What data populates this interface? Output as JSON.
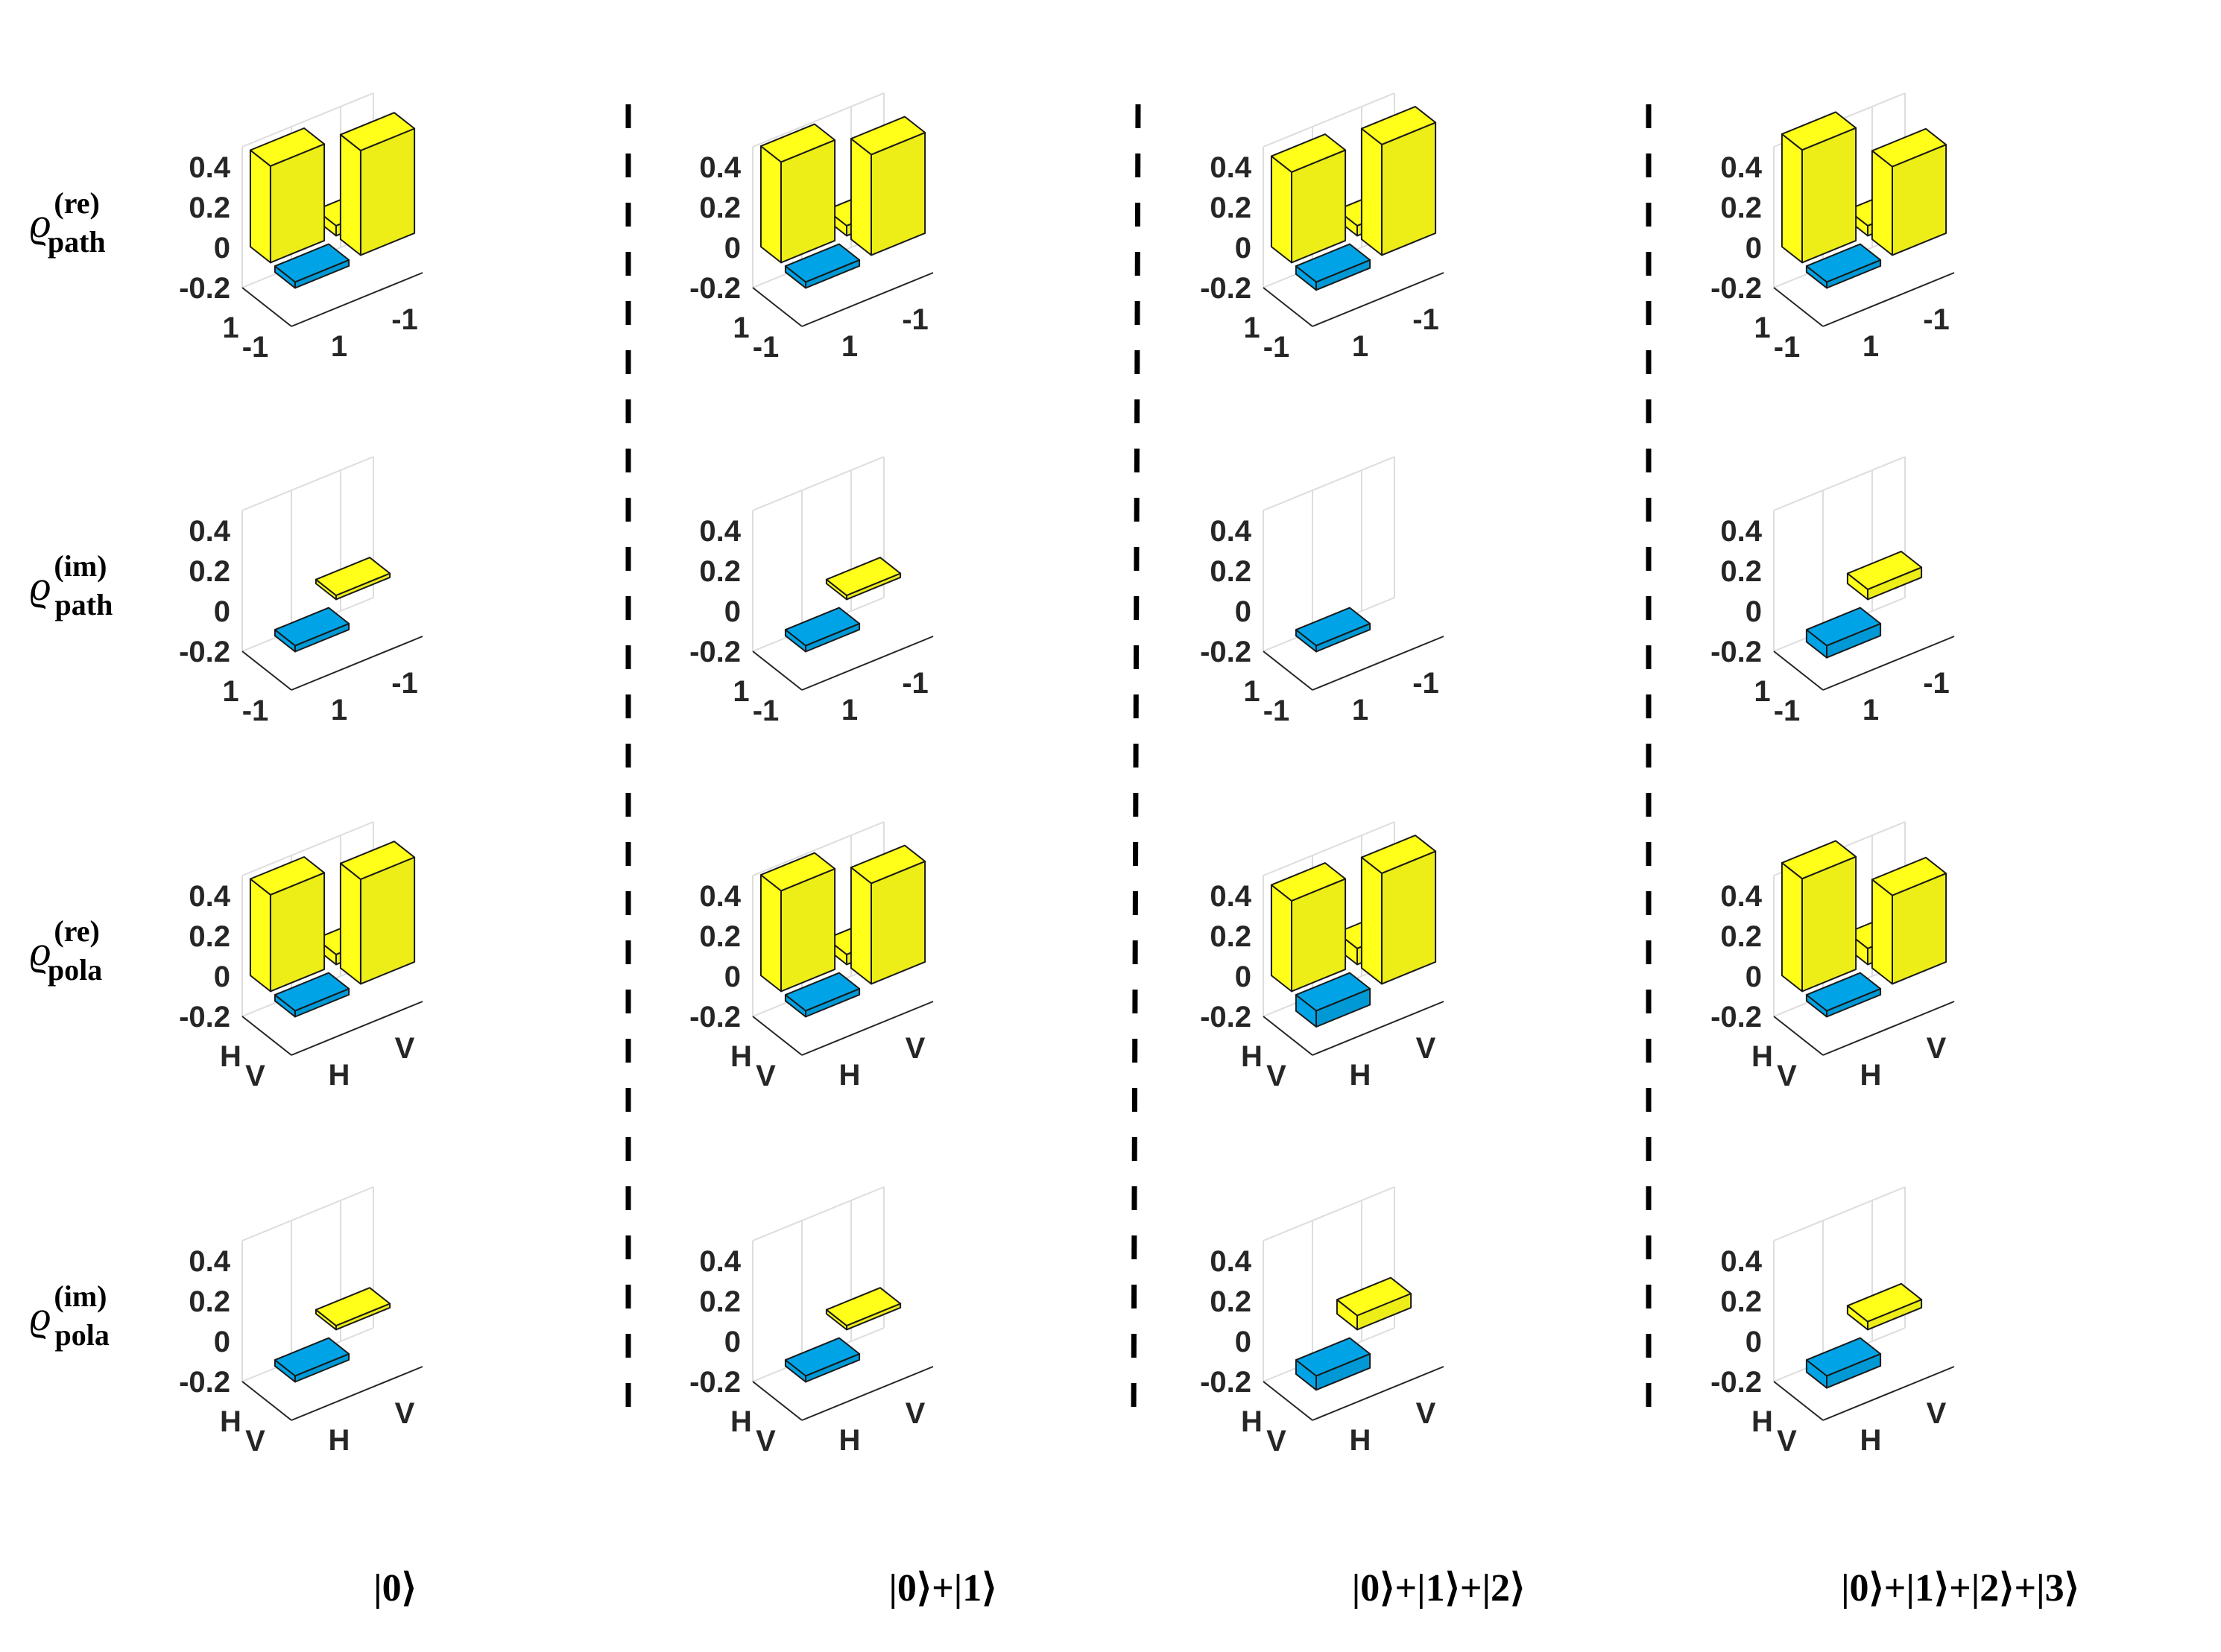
{
  "colors": {
    "positive": "#FFFF1A",
    "negative": "#00A4E6",
    "edge": "#1A1A1A",
    "grid": "#DDDDDD",
    "divider": "#000000"
  },
  "row_labels": [
    {
      "sym": "ϱ",
      "sup": "(re)",
      "sub": "path"
    },
    {
      "sym": "ϱ",
      "sup": "(im)",
      "sub": "path"
    },
    {
      "sym": "ϱ",
      "sup": "(re)",
      "sub": "pola"
    },
    {
      "sym": "ϱ",
      "sup": "(im)",
      "sub": "pola"
    }
  ],
  "column_labels": [
    "|0⟩",
    "|0⟩+|1⟩",
    "|0⟩+|1⟩+|2⟩",
    "|0⟩+|1⟩+|2⟩+|3⟩"
  ],
  "chart_data": {
    "type": "bar3d",
    "zlim": [
      -0.2,
      0.5
    ],
    "z_ticks": [
      "0.4",
      "0.2",
      "0",
      "-0.2"
    ],
    "path_basis": [
      "1",
      "-1"
    ],
    "pola_basis": [
      "H",
      "V"
    ],
    "note_matrix_order": "[[e11, e12], [e21, e22]]",
    "panels": [
      [
        {
          "row": "path_re",
          "matrix": [
            [
              0.48,
              0.05
            ],
            [
              -0.03,
              0.52
            ]
          ]
        },
        {
          "row": "path_im",
          "matrix": [
            [
              0.0,
              0.02
            ],
            [
              -0.03,
              0.0
            ]
          ]
        },
        {
          "row": "pola_re",
          "matrix": [
            [
              0.48,
              0.05
            ],
            [
              -0.03,
              0.52
            ]
          ]
        },
        {
          "row": "pola_im",
          "matrix": [
            [
              0.0,
              0.02
            ],
            [
              -0.03,
              0.0
            ]
          ]
        }
      ],
      [
        {
          "row": "path_re",
          "matrix": [
            [
              0.5,
              0.05
            ],
            [
              -0.03,
              0.5
            ]
          ]
        },
        {
          "row": "path_im",
          "matrix": [
            [
              0.0,
              0.02
            ],
            [
              -0.03,
              0.0
            ]
          ]
        },
        {
          "row": "pola_re",
          "matrix": [
            [
              0.5,
              0.05
            ],
            [
              -0.03,
              0.5
            ]
          ]
        },
        {
          "row": "pola_im",
          "matrix": [
            [
              0.0,
              0.02
            ],
            [
              -0.03,
              0.0
            ]
          ]
        }
      ],
      [
        {
          "row": "path_re",
          "matrix": [
            [
              0.45,
              0.05
            ],
            [
              -0.04,
              0.55
            ]
          ]
        },
        {
          "row": "path_im",
          "matrix": [
            [
              0.0,
              0.01
            ],
            [
              -0.03,
              0.0
            ]
          ]
        },
        {
          "row": "pola_re",
          "matrix": [
            [
              0.45,
              0.08
            ],
            [
              -0.08,
              0.55
            ]
          ]
        },
        {
          "row": "pola_im",
          "matrix": [
            [
              0.0,
              0.07
            ],
            [
              -0.07,
              0.0
            ]
          ]
        }
      ],
      [
        {
          "row": "path_re",
          "matrix": [
            [
              0.56,
              0.05
            ],
            [
              -0.03,
              0.44
            ]
          ]
        },
        {
          "row": "path_im",
          "matrix": [
            [
              0.0,
              0.05
            ],
            [
              -0.06,
              0.0
            ]
          ]
        },
        {
          "row": "pola_re",
          "matrix": [
            [
              0.56,
              0.08
            ],
            [
              -0.03,
              0.44
            ]
          ]
        },
        {
          "row": "pola_im",
          "matrix": [
            [
              0.0,
              0.04
            ],
            [
              -0.06,
              0.0
            ]
          ]
        }
      ]
    ]
  }
}
